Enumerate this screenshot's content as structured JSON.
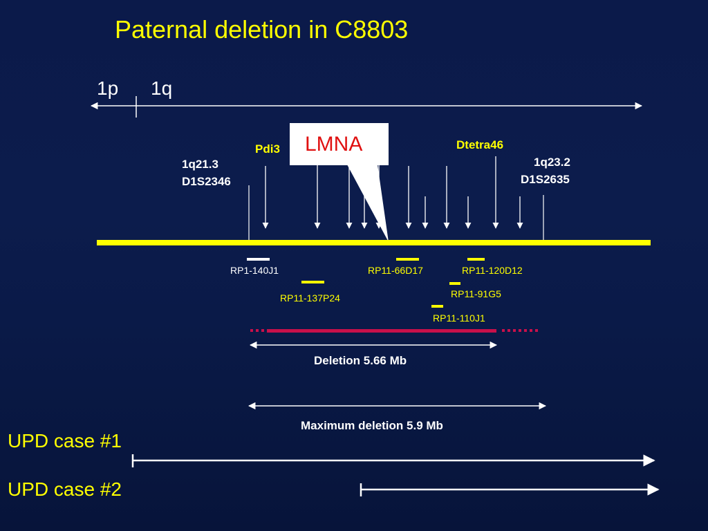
{
  "title": "Paternal deletion in C8803",
  "arm_p": "1p",
  "arm_q": "1q",
  "gene_lmna": "LMNA",
  "gene_pdi3": "Pdi3",
  "gene_dtetra46": "Dtetra46",
  "marker_left": {
    "band": "1q21.3",
    "name": "D1S2346"
  },
  "marker_right": {
    "band": "1q23.2",
    "name": "D1S2635"
  },
  "clones": [
    {
      "name": "RP1-140J1",
      "color": "#ffffff"
    },
    {
      "name": "RP11-137P24",
      "color": "#ffff00"
    },
    {
      "name": "RP11-66D17",
      "color": "#ffff00"
    },
    {
      "name": "RP11-120D12",
      "color": "#ffff00"
    },
    {
      "name": "RP11-91G5",
      "color": "#ffff00"
    },
    {
      "name": "RP11-110J1",
      "color": "#ffff00"
    }
  ],
  "deletion_label": "Deletion 5.66 Mb",
  "max_deletion_label": "Maximum deletion 5.9 Mb",
  "upd_case_1": "UPD case #1",
  "upd_case_2": "UPD case #2",
  "colors": {
    "title": "#ffff00",
    "chromosome_bar": "#ffff00",
    "deletion_bar": "#c8104a",
    "lmna_text": "#e01010",
    "lines": "#ffffff"
  }
}
